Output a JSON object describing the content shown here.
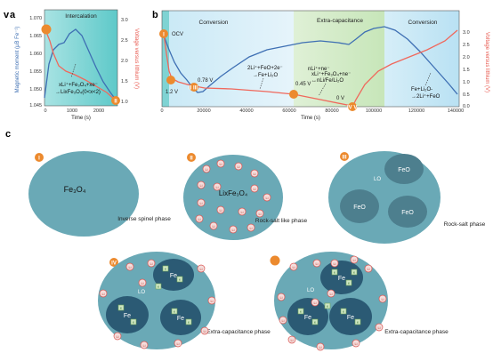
{
  "panel_a": {
    "label": "a",
    "label_prefix": "v",
    "region": "Intercalation",
    "ylabel_left": "Magnetic moment (μB Fe⁻¹)",
    "ylabel_right": "Voltage versus lithium (V)",
    "xlabel": "Time (s)",
    "yticks_left": [
      "1.070",
      "1.065",
      "1.060",
      "1.055",
      "1.050",
      "1.045"
    ],
    "yticks_right": [
      "3.0",
      "2.5",
      "2.0",
      "1.5",
      "1.0"
    ],
    "xticks": [
      "0",
      "1000",
      "2000"
    ],
    "reaction": "xLi⁺+Fe₃O₄+xe⁻",
    "reaction2": "→LixFe₃O₄(0<x<2)",
    "marker_end": "II",
    "colors": {
      "magnetic": "#3e6fb3",
      "voltage": "#f0685c",
      "region": "#5cc7c7"
    }
  },
  "panel_b": {
    "label": "b",
    "regions": [
      "Conversion",
      "Extra-capacitance",
      "Conversion"
    ],
    "ylabel_right": "Voltage versus lithium (V)",
    "xlabel": "Time (s)",
    "xticks": [
      "0",
      "20000",
      "40000",
      "60000",
      "80000",
      "100000",
      "120000",
      "140000"
    ],
    "yticks_right": [
      "3.0",
      "2.5",
      "2.0",
      "1.5",
      "1.0",
      "0.5",
      "0.0"
    ],
    "markers": {
      "ocv_num": "I",
      "ocv": "OCV",
      "v1": "1.2 V",
      "m23": "II III",
      "v2": "0.78 V",
      "v3": "0.45 V",
      "v4": "0 V",
      "m45": "IV V"
    },
    "reactions": {
      "r1a": "2Li⁺+FeO+2e⁻",
      "r1b": "→Fe+Li₂O",
      "r2a": "xLi⁺+Fe₃O₄+ne⁻",
      "r2b": "↔nLi/Fe/Li₂O",
      "r2c": "nLi⁺+ne⁻",
      "r3a": "Fe+Li₂O-",
      "r3b": "→2Li⁺+FeO"
    }
  },
  "panel_c": {
    "label": "c",
    "items": [
      {
        "num": "I",
        "title": "Fe₃O₄",
        "caption": "Inverse spinel phase"
      },
      {
        "num": "II",
        "title": "LixFe₃O₄",
        "caption": "Rock-salt like phase"
      },
      {
        "num": "III",
        "title": "FeO",
        "caption": "Rock-salt phase"
      },
      {
        "num": "IV",
        "title": "Fe",
        "caption": "Extra-capacitance phase"
      },
      {
        "num": "",
        "title": "Fe",
        "caption": "Extra-capacitance phase"
      }
    ],
    "ion_label": "Li",
    "li2o_label": "LO",
    "e_label": "e"
  }
}
